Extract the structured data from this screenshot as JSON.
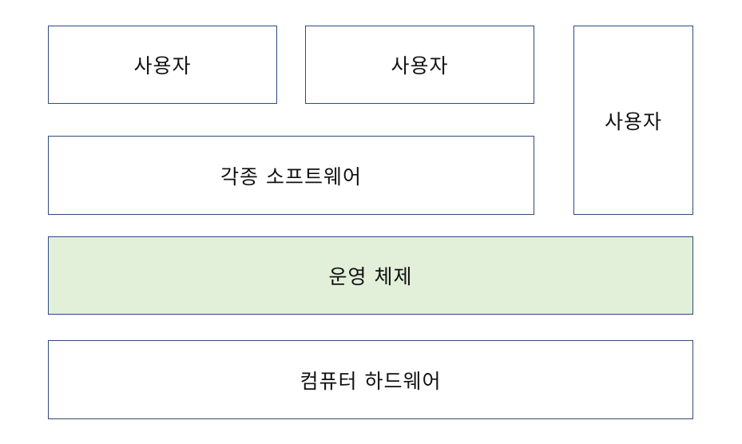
{
  "diagram": {
    "user_box_1": "사용자",
    "user_box_2": "사용자",
    "user_box_3": "사용자",
    "software": "각종 소프트웨어",
    "operating_system": "운영 체제",
    "hardware": "컴퓨터 하드웨어"
  },
  "colors": {
    "border": "#2f4a7a",
    "os_fill": "#e2efd9",
    "box_fill": "#ffffff"
  }
}
